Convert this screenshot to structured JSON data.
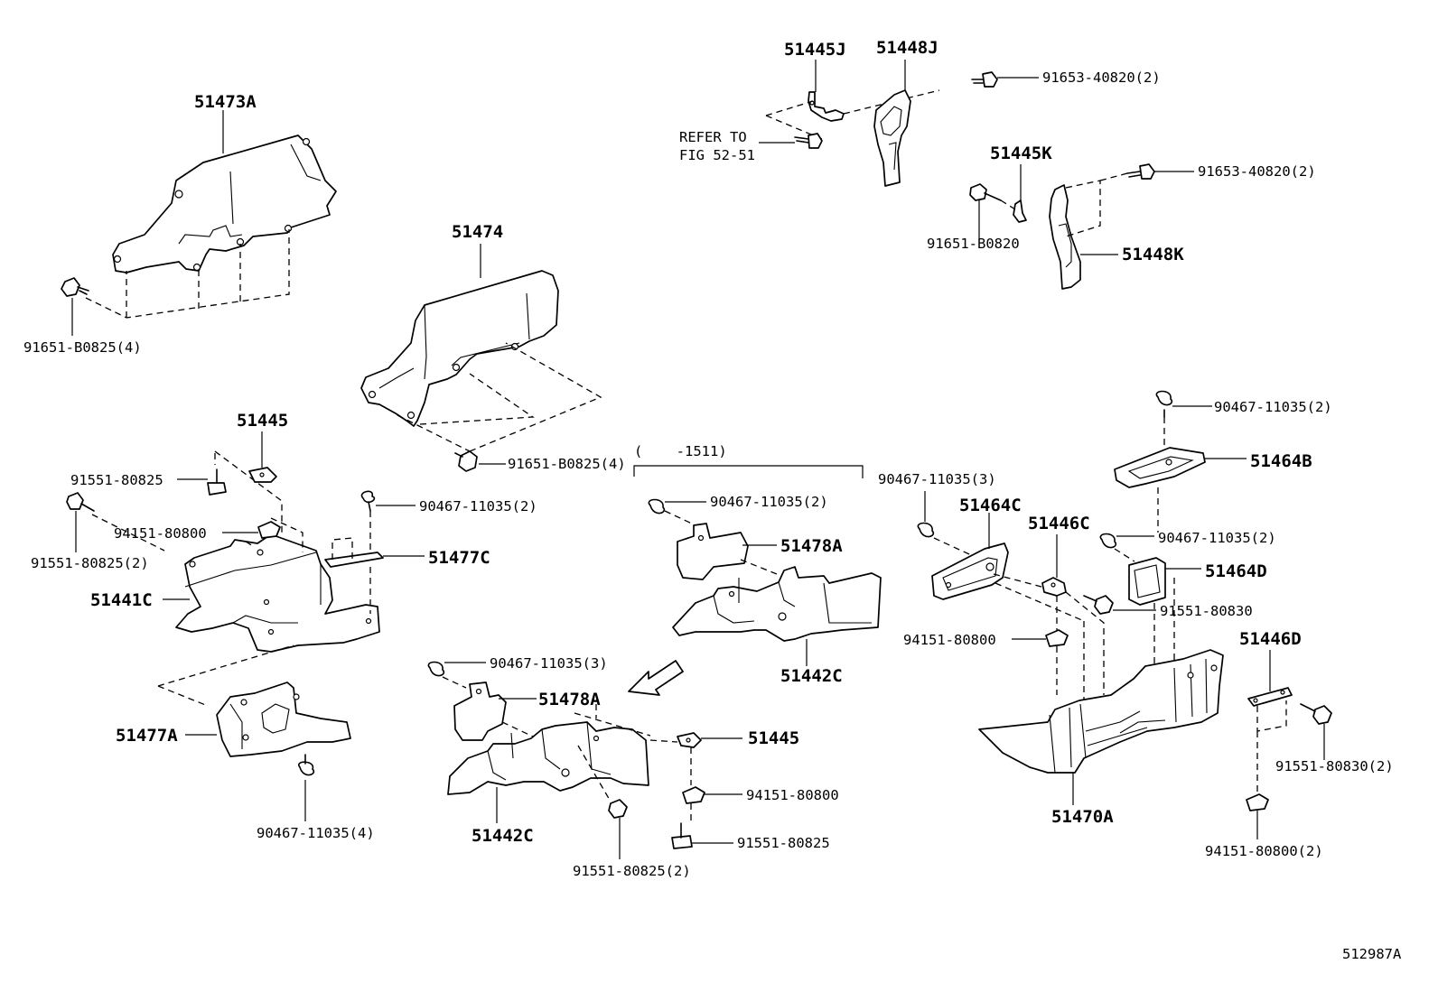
{
  "figure_id": "512987A",
  "labels": {
    "p51473A": "51473A",
    "p91651_B0825_4a": "91651-B0825(4)",
    "p51474": "51474",
    "p91651_B0825_4b": "91651-B0825(4)",
    "p51445J": "51445J",
    "p51448J": "51448J",
    "p91653_40820_2a": "91653-40820(2)",
    "refer_to": "REFER TO",
    "fig_52_51": "FIG 52-51",
    "p51445K": "51445K",
    "p91653_40820_2b": "91653-40820(2)",
    "p91651_B0820": "91651-B0820",
    "p51448K": "51448K",
    "p51445a": "51445",
    "p91551_80825a": "91551-80825",
    "p94151_80800a": "94151-80800",
    "p91551_80825_2a": "91551-80825(2)",
    "p90467_11035_2a": "90467-11035(2)",
    "p51477C": "51477C",
    "p51441C": "51441C",
    "p51477A": "51477A",
    "p90467_11035_4": "90467-11035(4)",
    "bracket_note": "(    -1511)",
    "p90467_11035_2b": "90467-11035(2)",
    "p51478Aa": "51478A",
    "p51442Ca": "51442C",
    "p90467_11035_3a": "90467-11035(3)",
    "p51478Ab": "51478A",
    "p51442Cb": "51442C",
    "p51445b": "51445",
    "p94151_80800b": "94151-80800",
    "p91551_80825b": "91551-80825",
    "p91551_80825_2b": "91551-80825(2)",
    "p90467_11035_3b": "90467-11035(3)",
    "p51464C": "51464C",
    "p51446C": "51446C",
    "p94151_80800c": "94151-80800",
    "p90467_11035_2c": "90467-11035(2)",
    "p51464B": "51464B",
    "p90467_11035_2d": "90467-11035(2)",
    "p51464D": "51464D",
    "p91551_80830": "91551-80830",
    "p51446D": "51446D",
    "p91551_80830_2": "91551-80830(2)",
    "p51470A": "51470A",
    "p94151_80800_2": "94151-80800(2)"
  }
}
